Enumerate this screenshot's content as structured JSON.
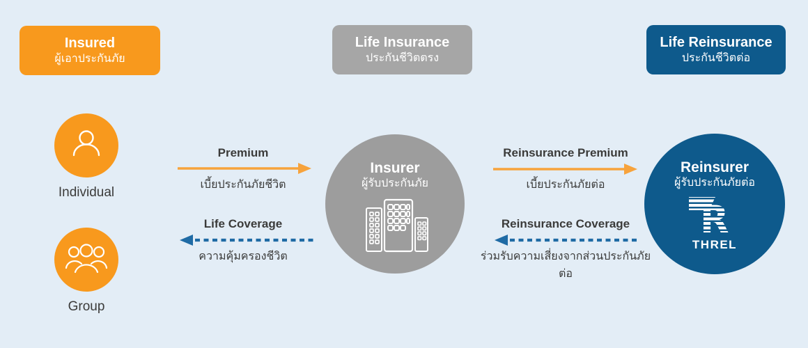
{
  "header": {
    "insured": {
      "title": "Insured",
      "subtitle": "ผู้เอาประกันภัย"
    },
    "life_insurance": {
      "title": "Life Insurance",
      "subtitle": "ประกันชีวิตตรง"
    },
    "life_reinsurance": {
      "title": "Life Reinsurance",
      "subtitle": "ประกันชีวิตต่อ"
    }
  },
  "actors": {
    "individual_label": "Individual",
    "group_label": "Group"
  },
  "insurer": {
    "title": "Insurer",
    "subtitle": "ผู้รับประกันภัย"
  },
  "reinsurer": {
    "title": "Reinsurer",
    "subtitle": "ผู้รับประกันภัยต่อ",
    "logo_text": "THREL"
  },
  "flows": {
    "premium": {
      "label": "Premium",
      "sublabel": "เบี้ยประกันภัยชีวิต"
    },
    "life_coverage": {
      "label": "Life Coverage",
      "sublabel": "ความคุ้มครองชีวิต"
    },
    "reinsurance_premium": {
      "label": "Reinsurance Premium",
      "sublabel": "เบี้ยประกันภัยต่อ"
    },
    "reinsurance_coverage": {
      "label": "Reinsurance Coverage",
      "sublabel": "ร่วมรับความเสี่ยงจากส่วนประกันภัยต่อ"
    }
  },
  "colors": {
    "background": "#e3edf6",
    "orange": "#f8991d",
    "gray_box": "#a6a6a6",
    "gray_circle": "#9d9d9d",
    "dark_blue": "#0e5a8c",
    "arrow_orange": "#f7a33c",
    "arrow_blue": "#1f6ba5",
    "text": "#3b3b3a"
  }
}
